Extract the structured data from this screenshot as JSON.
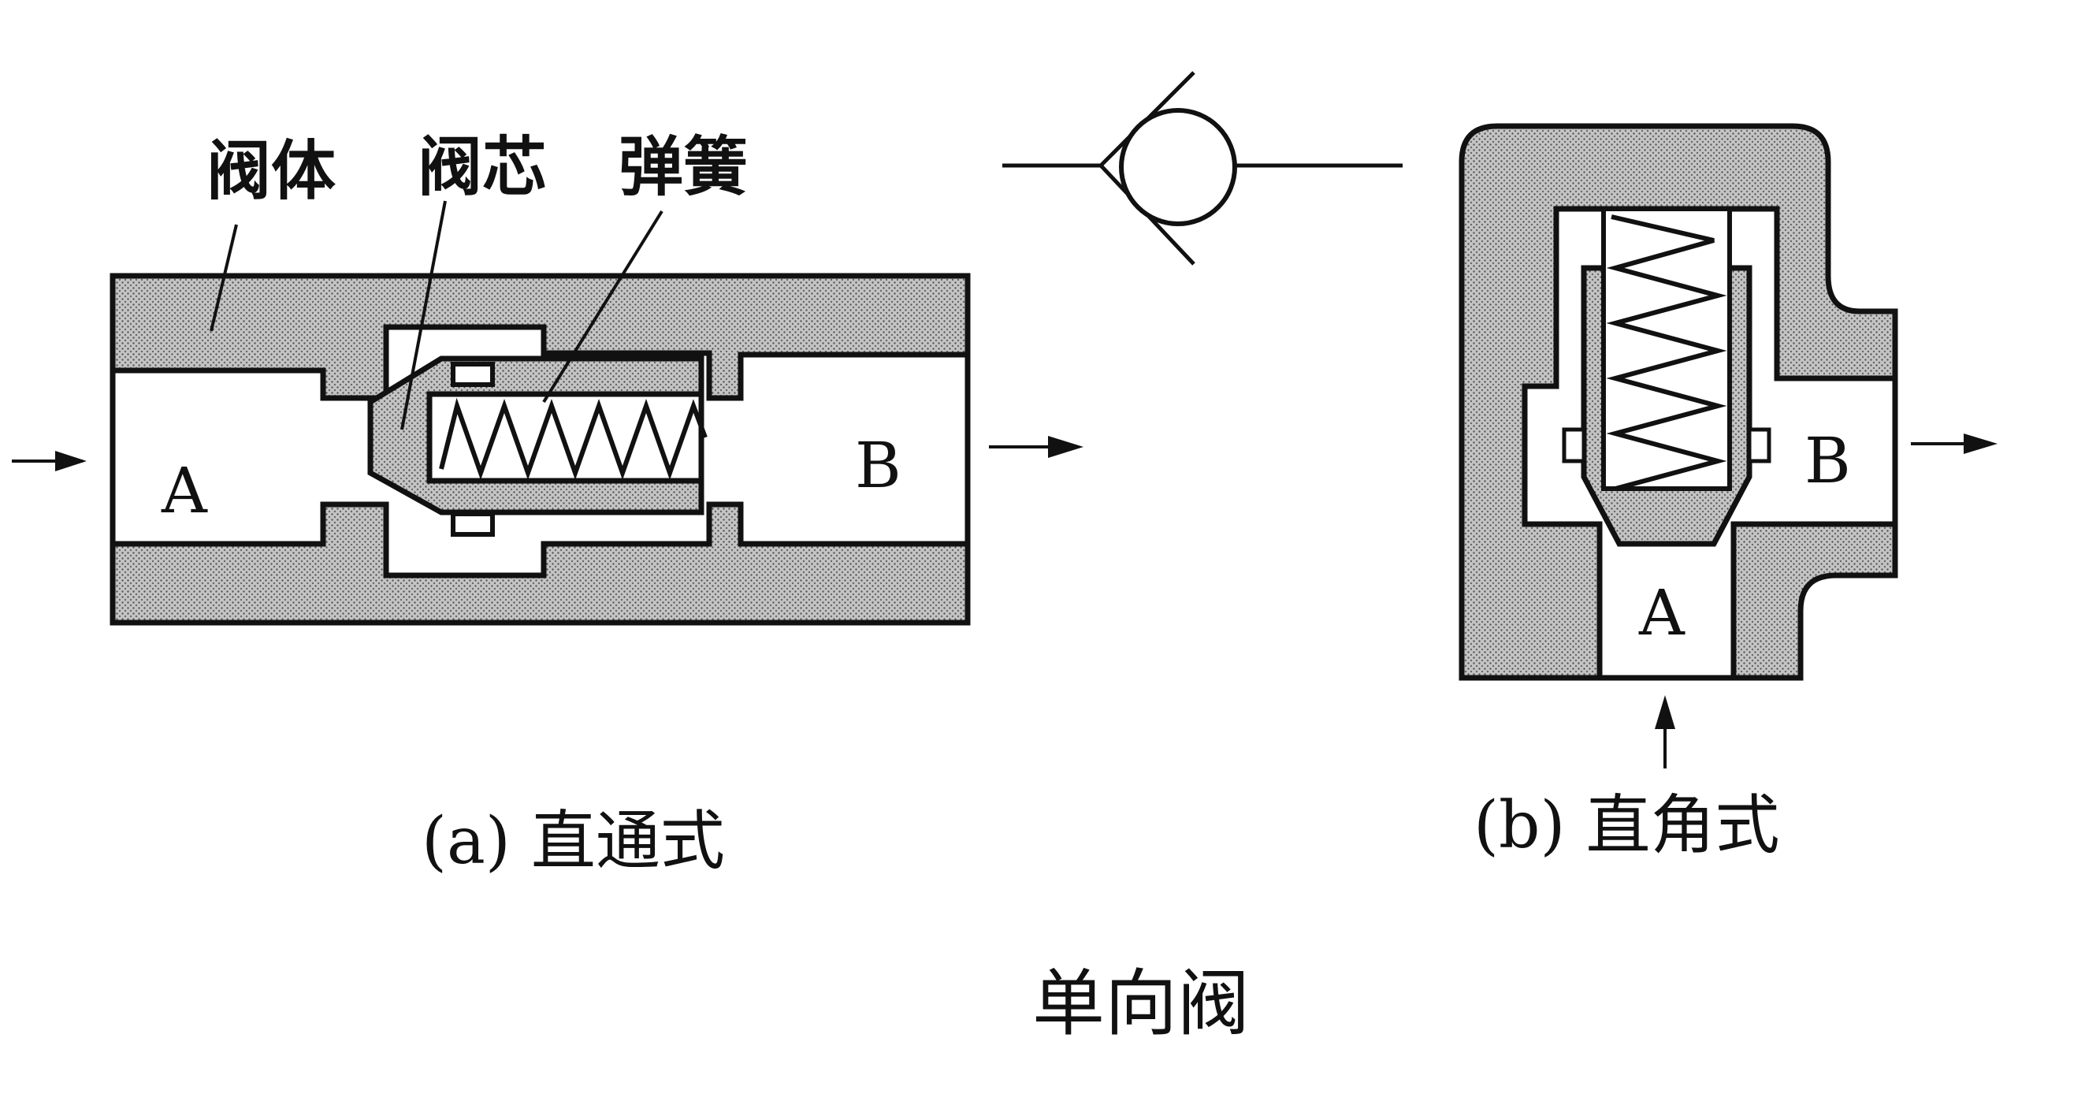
{
  "labels": {
    "valve_body": "阀体",
    "valve_core": "阀芯",
    "spring": "弹簧",
    "port_a_left": "A",
    "port_b_left": "B",
    "port_a_right": "A",
    "port_b_right": "B"
  },
  "captions": {
    "a": "(a) 直通式",
    "b": "(b) 直角式",
    "title": "单向阀"
  },
  "colors": {
    "ink": "#111111",
    "hatch_fill": "#bdbdbd",
    "background": "#ffffff"
  }
}
